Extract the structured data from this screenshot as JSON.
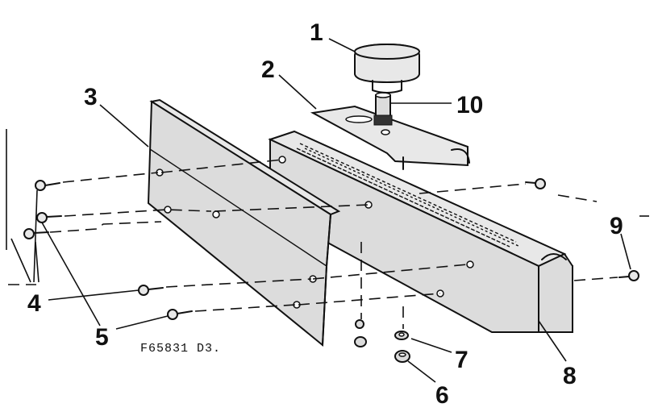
{
  "callouts": [
    {
      "id": "1",
      "label": "1"
    },
    {
      "id": "2",
      "label": "2"
    },
    {
      "id": "3",
      "label": "3"
    },
    {
      "id": "4",
      "label": "4"
    },
    {
      "id": "5",
      "label": "5"
    },
    {
      "id": "6",
      "label": "6"
    },
    {
      "id": "7",
      "label": "7"
    },
    {
      "id": "8",
      "label": "8"
    },
    {
      "id": "9",
      "label": "9"
    },
    {
      "id": "10",
      "label": "10"
    }
  ],
  "figure_code": "F65831 D3."
}
